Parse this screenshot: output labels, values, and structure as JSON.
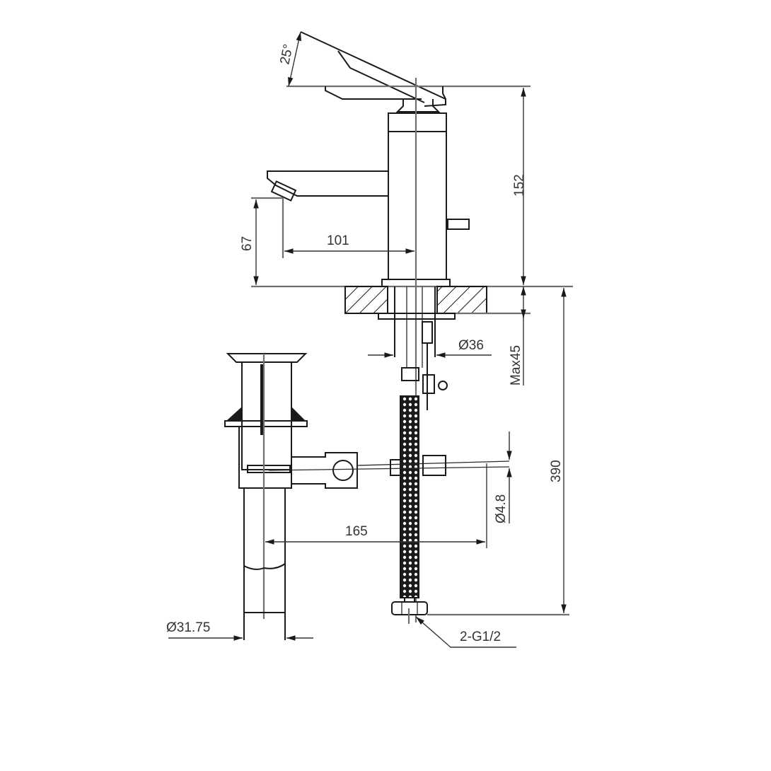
{
  "drawing": {
    "title": "Basin mixer technical drawing",
    "dimensions": {
      "handle_angle": "25°",
      "spout_height": "67",
      "spout_reach": "101",
      "body_height": "152",
      "total_height": "390",
      "body_diameter": "Ø36",
      "max_deck_thickness": "Max45",
      "rod_diameter": "Ø4.8",
      "waste_distance": "165",
      "waste_diameter": "Ø31.75",
      "inlet_thread": "2-G1/2"
    },
    "colors": {
      "line": "#1a1a1a",
      "dimension": "#333333",
      "centerline": "#707070",
      "background": "#ffffff"
    }
  }
}
